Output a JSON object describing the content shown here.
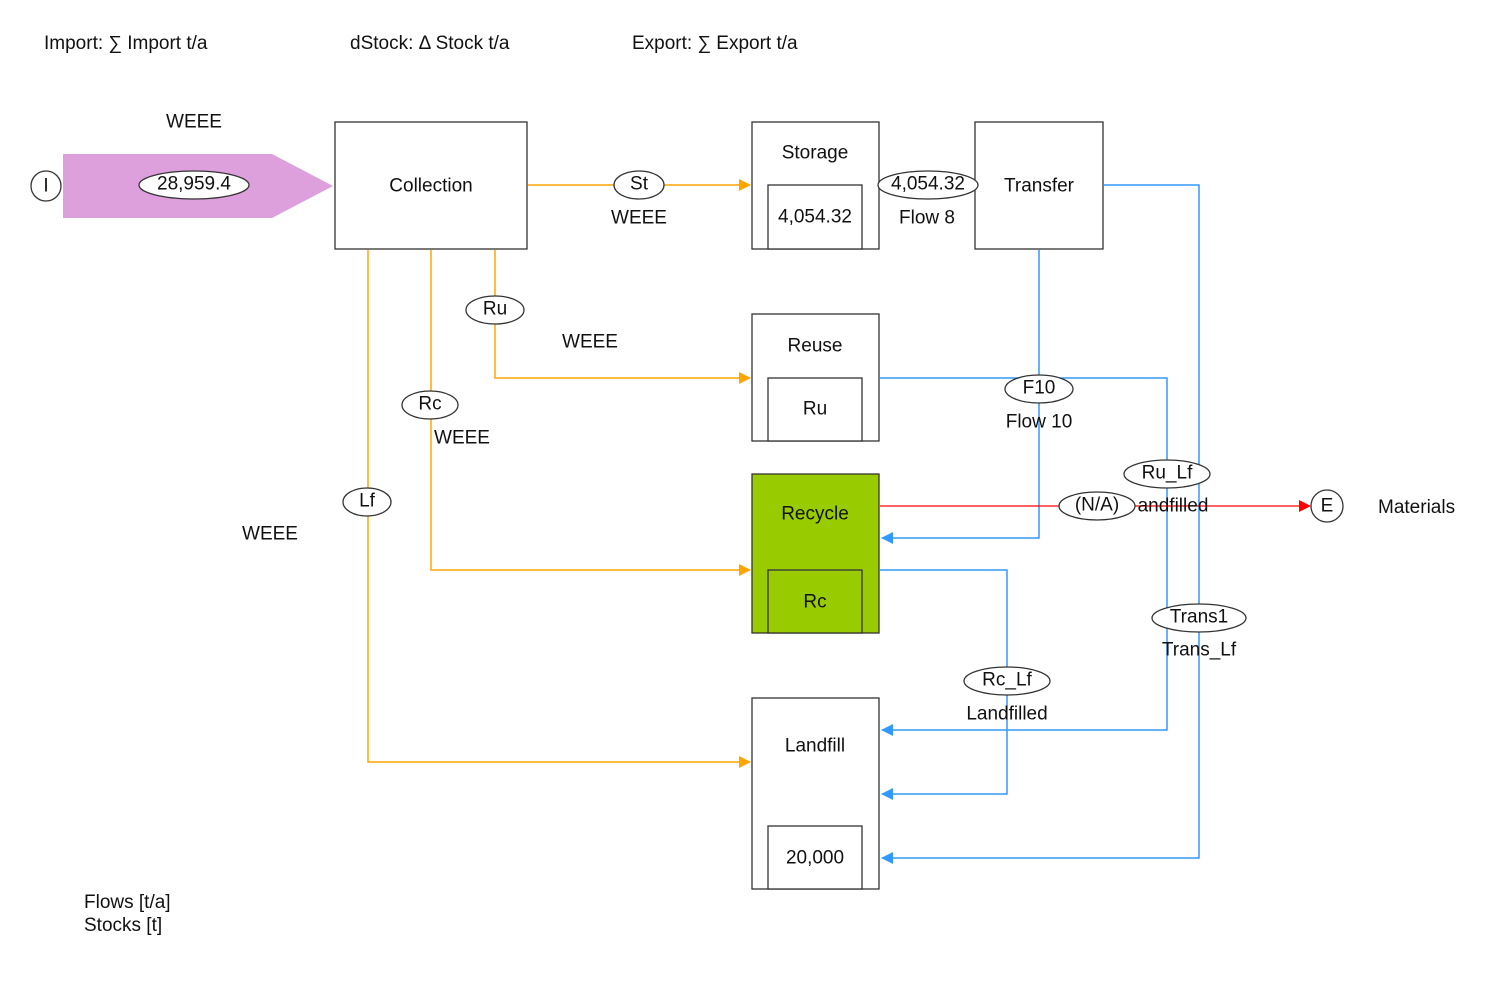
{
  "header": {
    "import": "Import: ∑ Import t/a",
    "dstock": "dStock: Δ Stock t/a",
    "export": "Export: ∑ Export t/a"
  },
  "legend": {
    "flows": "Flows  [t/a]",
    "stocks": "Stocks [t]"
  },
  "nodes": {
    "import_node": "I",
    "export_node": "E",
    "collection": "Collection",
    "storage": "Storage",
    "storage_stock": "4,054.32",
    "transfer": "Transfer",
    "reuse": "Reuse",
    "reuse_stock": "Ru",
    "recycle": "Recycle",
    "recycle_stock": "Rc",
    "landfill": "Landfill",
    "landfill_stock": "20,000"
  },
  "flows": {
    "import_value": "28,959.4",
    "import_name": "WEEE",
    "st_id": "St",
    "st_name": "WEEE",
    "f8_value": "4,054.32",
    "f8_name": "Flow 8",
    "ru_id": "Ru",
    "ru_name": "WEEE",
    "rc_id": "Rc",
    "rc_name": "WEEE",
    "lf_id": "Lf",
    "lf_name": "WEEE",
    "f10_id": "F10",
    "f10_name": "Flow 10",
    "ru_lf_id": "Ru_Lf",
    "ru_lf_name": "andfilled",
    "export_value": "(N/A)",
    "export_name": "Materials",
    "trans1_id": "Trans1",
    "trans1_name": "Trans_Lf",
    "rc_lf_id": "Rc_Lf",
    "rc_lf_name": "Landfilled"
  },
  "colors": {
    "import_arrow": "#dda0dd",
    "recycle_fill": "#99cc00",
    "orange_flow": "#ffa500",
    "blue_flow": "#3399ff",
    "red_flow": "#ff0000"
  }
}
